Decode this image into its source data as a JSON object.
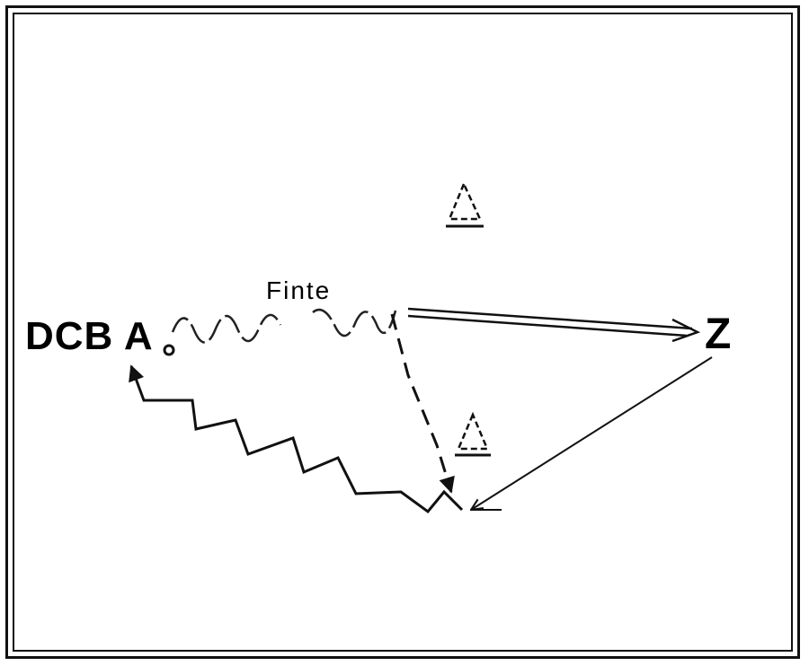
{
  "labels": {
    "players": "DCB A",
    "target": "Z",
    "feint": "Finte"
  },
  "icons": [
    "cone-icon",
    "cone-icon"
  ],
  "colors": {
    "ink": "#111111",
    "paper": "#ffffff"
  }
}
